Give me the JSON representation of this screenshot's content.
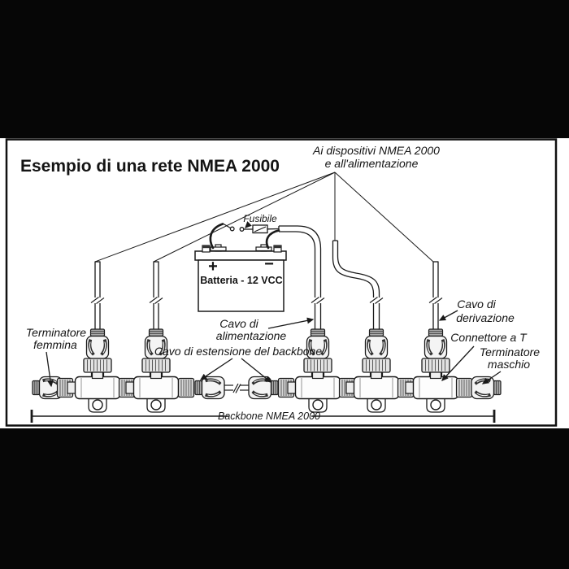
{
  "title": "Esempio di una rete NMEA 2000",
  "labels": {
    "devices_1": "Ai dispositivi NMEA 2000",
    "devices_2": "e all'alimentazione",
    "fuse": "Fusibile",
    "power_cable_1": "Cavo di",
    "power_cable_2": "alimentazione",
    "backbone_extension": "Cavo di estensione del backbone",
    "terminator_female_1": "Terminatore",
    "terminator_female_2": "femmina",
    "drop_cable_1": "Cavo di",
    "drop_cable_2": "derivazione",
    "t_connector": "Connettore a T",
    "terminator_male_1": "Terminatore",
    "terminator_male_2": "maschio",
    "backbone_dim": "Backbone NMEA 2000"
  },
  "battery": {
    "plus": "+",
    "minus": "−",
    "label": "Batteria - 12 VCC"
  },
  "colors": {
    "background": "#ffffff",
    "letterbox_band": "#060606",
    "line": "#1a1a1a",
    "ring_fill": "#d8d8d8",
    "nut_fill": "#e2e2e2",
    "collar_fill": "#a8a8a8",
    "wing_dark": "#2f2f2f"
  }
}
